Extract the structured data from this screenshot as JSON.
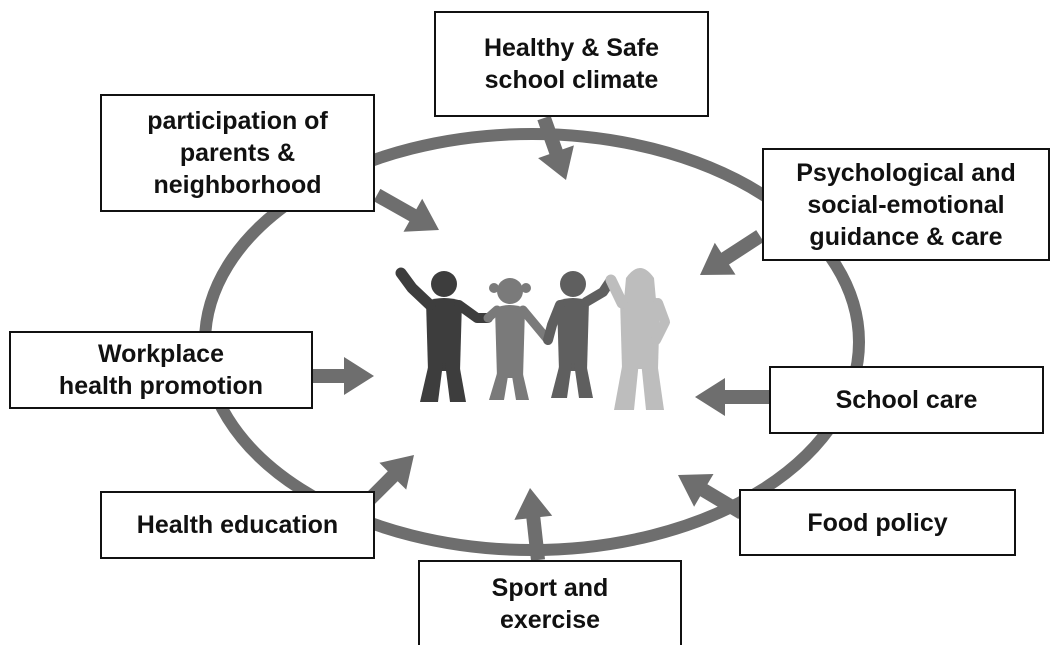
{
  "colors": {
    "ring": "#6e6e6e",
    "arrow": "#6e6e6e",
    "box_border": "#111111",
    "text": "#111111",
    "figure_1": "#3d3d3d",
    "figure_2": "#7a7a7a",
    "figure_3": "#5f5f5f",
    "figure_4": "#bdbdbd"
  },
  "center_image": {
    "icon": "people-holding-hands-icon",
    "figure_count": 4
  },
  "boxes": {
    "healthy_safe": {
      "lines": [
        "Healthy & Safe",
        "school climate"
      ]
    },
    "participation": {
      "lines": [
        "participation of",
        "parents &",
        "neighborhood"
      ]
    },
    "psychological": {
      "lines": [
        "Psychological and",
        "social-emotional",
        "guidance & care"
      ]
    },
    "workplace": {
      "lines": [
        "Workplace",
        "health promotion"
      ]
    },
    "school_care": {
      "lines": [
        "School care"
      ]
    },
    "health_education": {
      "lines": [
        "Health education"
      ]
    },
    "food_policy": {
      "lines": [
        "Food policy"
      ]
    },
    "sport": {
      "lines": [
        "Sport and",
        "exercise"
      ]
    }
  }
}
